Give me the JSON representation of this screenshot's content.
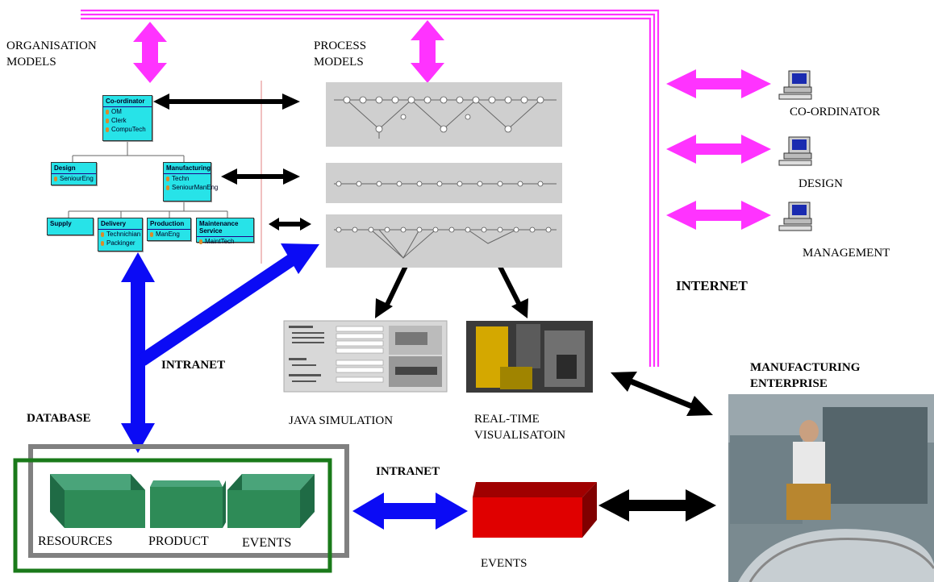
{
  "labels": {
    "organisation_models": "ORGANISATION MODELS",
    "process_models": "PROCESS MODELS",
    "co_ordinator": "CO-ORDINATOR",
    "design": "DESIGN",
    "management": "MANAGEMENT",
    "internet": "INTERNET",
    "intranet_top": "INTRANET",
    "intranet_bottom": "INTRANET",
    "database": "DATABASE",
    "java_simulation": "JAVA SIMULATION",
    "real_time_visualisation": "REAL-TIME VISUALISATOIN",
    "manufacturing_enterprise": "MANUFACTURING ENTERPRISE",
    "events_box": "EVENTS",
    "resources": "RESOURCES",
    "product": "PRODUCT",
    "events": "EVENTS"
  },
  "org_chart": {
    "coordinator": {
      "title": "Co-ordinator",
      "members": [
        "OM",
        "Clerk",
        "CompuTech"
      ]
    },
    "design": {
      "title": "Design",
      "members": [
        "SeniourEng"
      ]
    },
    "manufacturing": {
      "title": "Manufacturing",
      "members": [
        "Techn",
        "SeniourManEng"
      ]
    },
    "supply": {
      "title": "Supply",
      "members": []
    },
    "delivery": {
      "title": "Delivery",
      "members": [
        "Technichian",
        "Packinger"
      ]
    },
    "production": {
      "title": "Production",
      "members": [
        "ManEng"
      ]
    },
    "maintenance": {
      "title": "Maintenance Service",
      "members": [
        "MaintTech"
      ]
    }
  },
  "colors": {
    "internet": "#ff33ff",
    "intranet": "#0b0bf5",
    "link": "#000000",
    "db_frame": "#808080",
    "db_border": "#1a7a1a",
    "db_box": "#2e8b57",
    "events_box": "#cc0000"
  },
  "icons": [
    "computer-icon",
    "computer-icon",
    "computer-icon"
  ]
}
